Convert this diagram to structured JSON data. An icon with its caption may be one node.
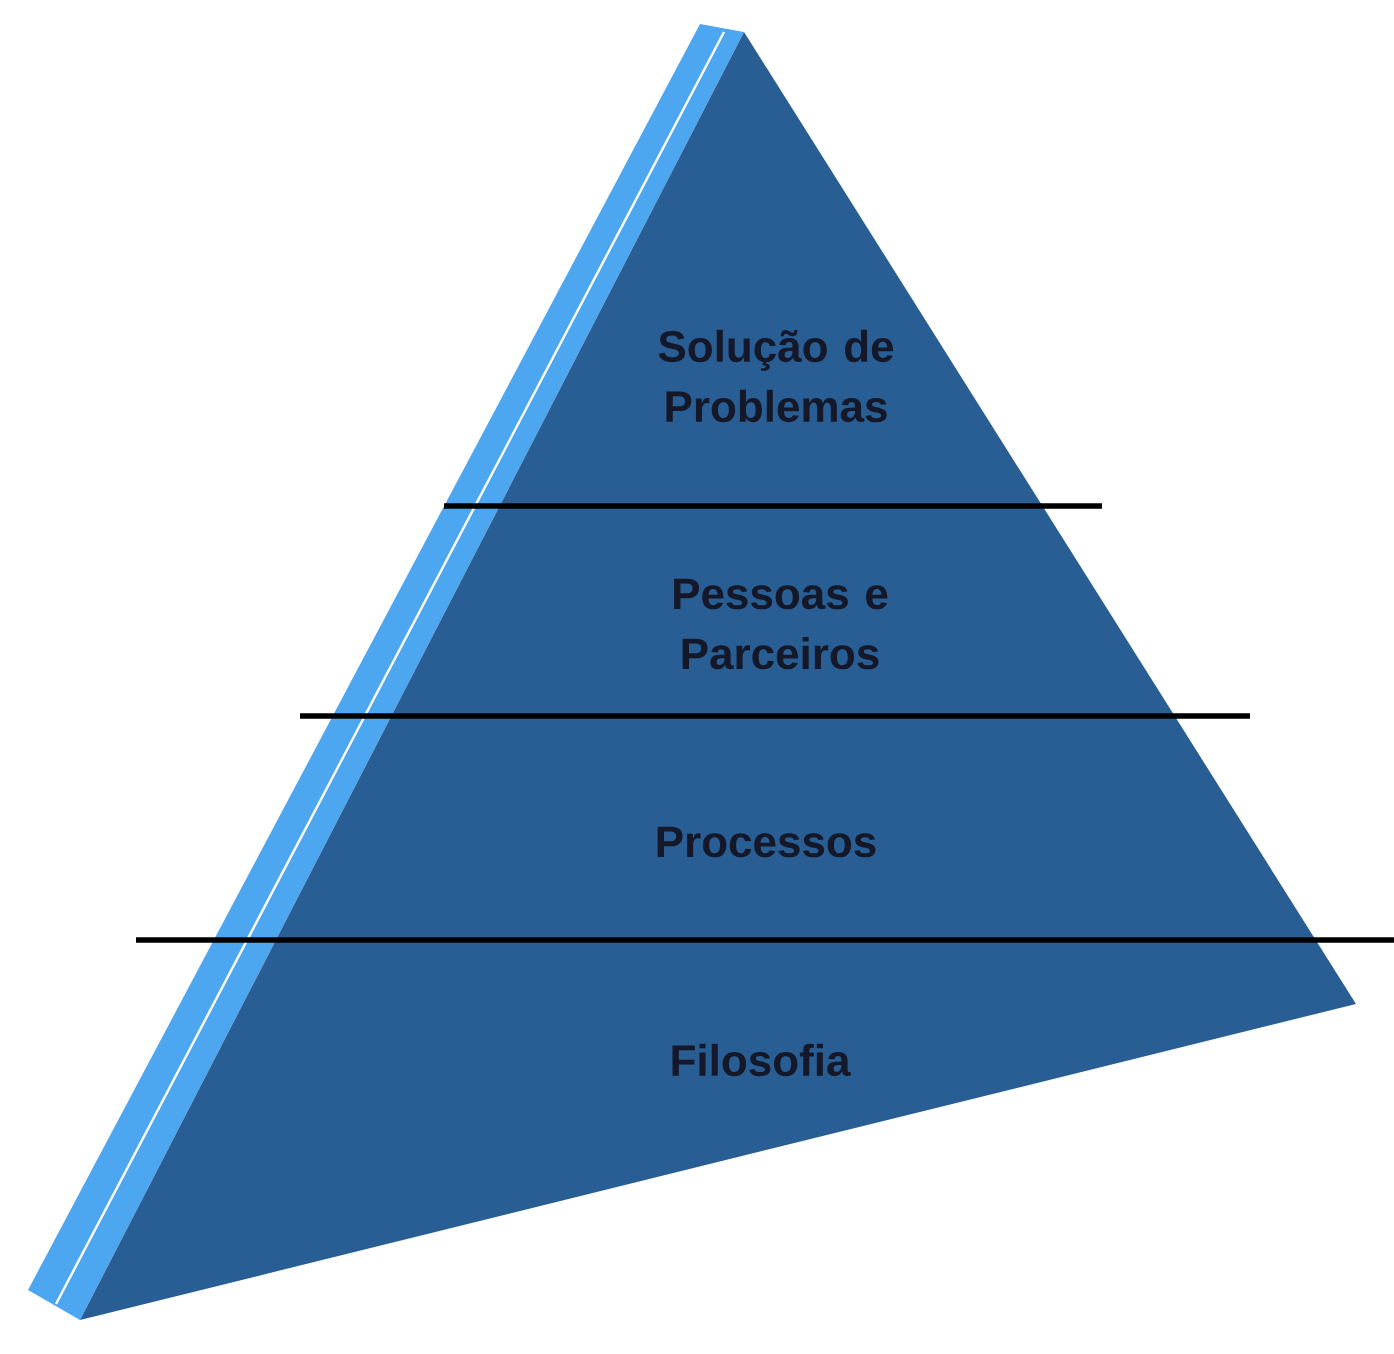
{
  "diagram": {
    "nodes": [
      {
        "text": [
          "Solução de Problemas"
        ]
      },
      {
        "text": [
          "Pessoas e Parceiros"
        ]
      },
      {
        "text": [
          "Processos"
        ]
      },
      {
        "text": [
          "Filosofia"
        ]
      }
    ]
  }
}
